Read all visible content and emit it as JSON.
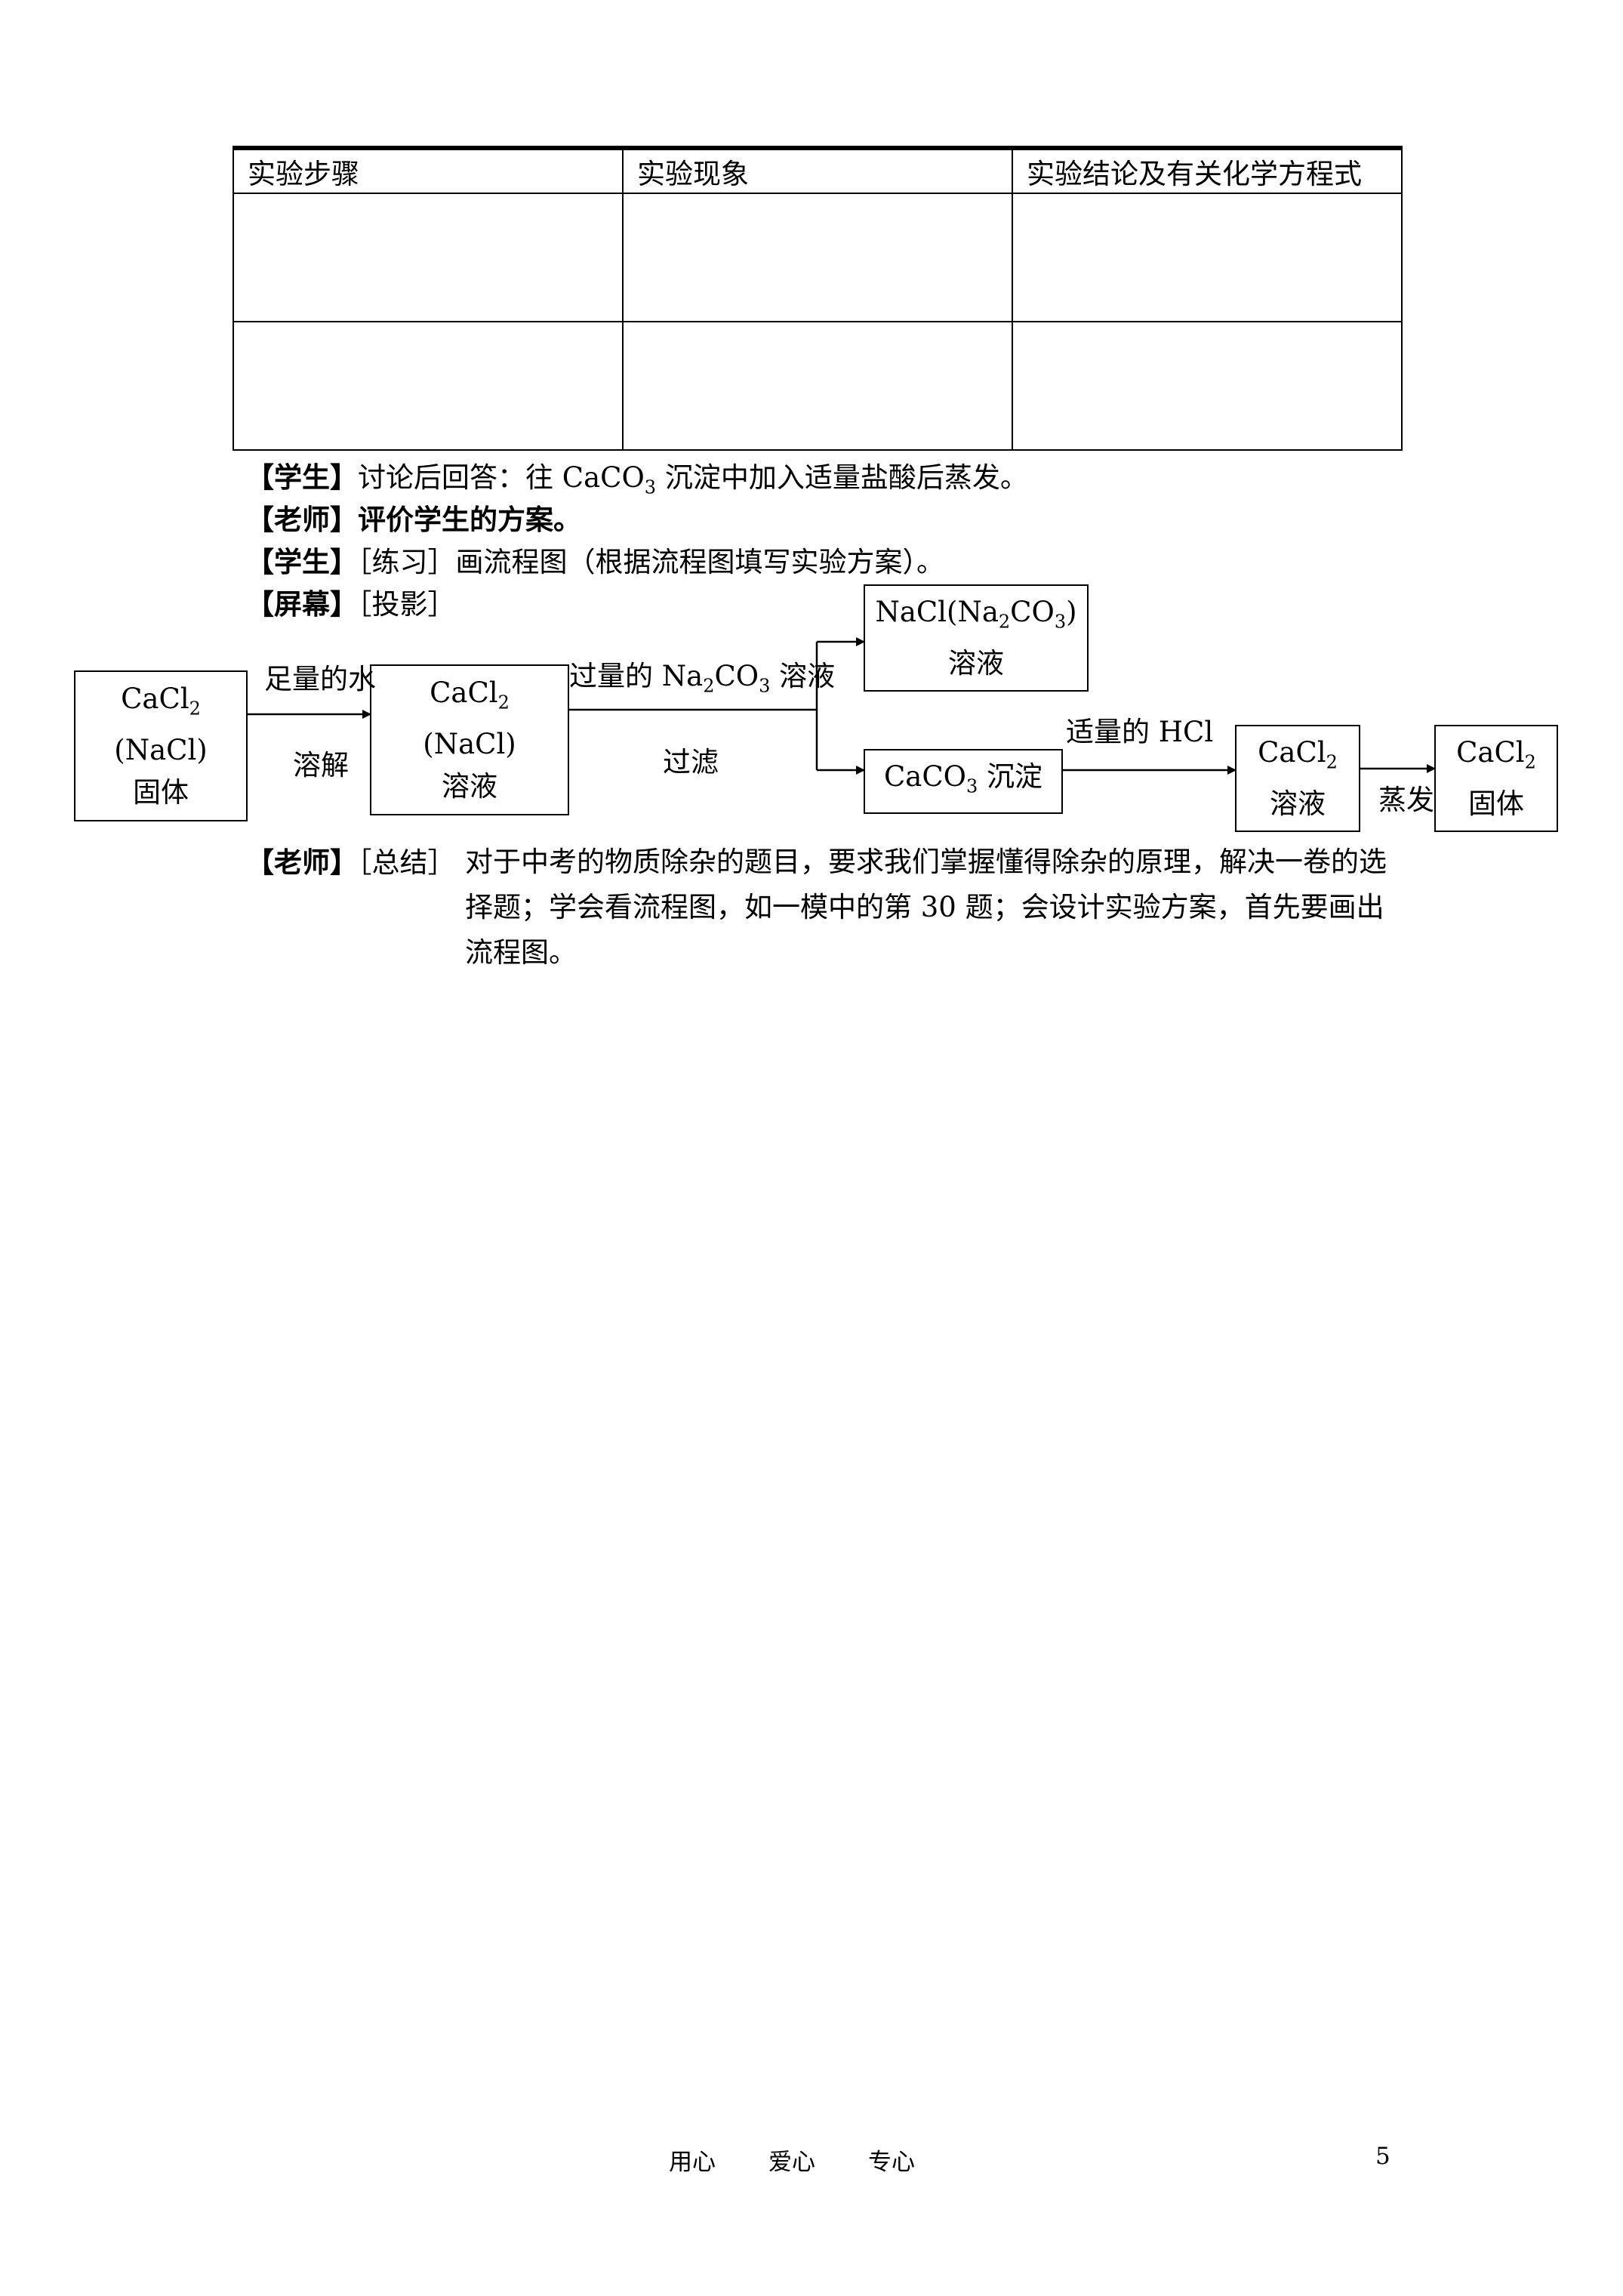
{
  "table": {
    "headers": [
      "实验步骤",
      "实验现象",
      "实验结论及有关化学方程式"
    ],
    "rows": [
      [
        "",
        "",
        ""
      ],
      [
        "",
        "",
        ""
      ]
    ]
  },
  "paragraphs": {
    "p1": {
      "tag": "【学生】",
      "text_before": "讨论后回答：往 CaCO",
      "sub": "3",
      "text_after": " 沉淀中加入适量盐酸后蒸发。"
    },
    "p2": {
      "tag": "【老师】",
      "text": "评价学生的方案。"
    },
    "p3": {
      "tag": "【学生】",
      "text": "［练习］画流程图（根据流程图填写实验方案）。"
    },
    "p4": {
      "tag": "【屏幕】",
      "text": "［投影］"
    }
  },
  "flowchart": {
    "box1": {
      "line1": "CaCl",
      "line1_sub": "2",
      "line2": "(NaCl)",
      "line3": "固体"
    },
    "arrow1_top": "足量的水",
    "arrow1_bottom": "溶解",
    "box2": {
      "line1": "CaCl",
      "line1_sub": "2",
      "line2": "(NaCl)",
      "line3": "溶液"
    },
    "reagent2": {
      "pre": "过量的 Na",
      "sub1": "2",
      "mid": "CO",
      "sub2": "3",
      "post": " 溶液"
    },
    "filter_label": "过滤",
    "box3": {
      "pre": "NaCl(Na",
      "sub1": "2",
      "mid": "CO",
      "sub2": "3",
      "post": ")",
      "line2": "溶液"
    },
    "box4": {
      "pre": "CaCO",
      "sub": "3",
      "post": " 沉淀"
    },
    "arrow_hcl": "适量的 HCl",
    "box5": {
      "line1": "CaCl",
      "line1_sub": "2",
      "line2": "溶液"
    },
    "evaporate": "蒸发",
    "box6": {
      "line1": "CaCl",
      "line1_sub": "2",
      "line2": "固体"
    }
  },
  "summary": {
    "tag": "【老师】",
    "bracket": "［总结］",
    "text": "对于中考的物质除杂的题目，要求我们掌握懂得除杂的原理，解决一卷的选择题；学会看流程图，如一模中的第 30 题；会设计实验方案，首先要画出流程图。"
  },
  "footer": {
    "slogan1": "用心",
    "slogan2": "爱心",
    "slogan3": "专心",
    "page_number": "5"
  }
}
